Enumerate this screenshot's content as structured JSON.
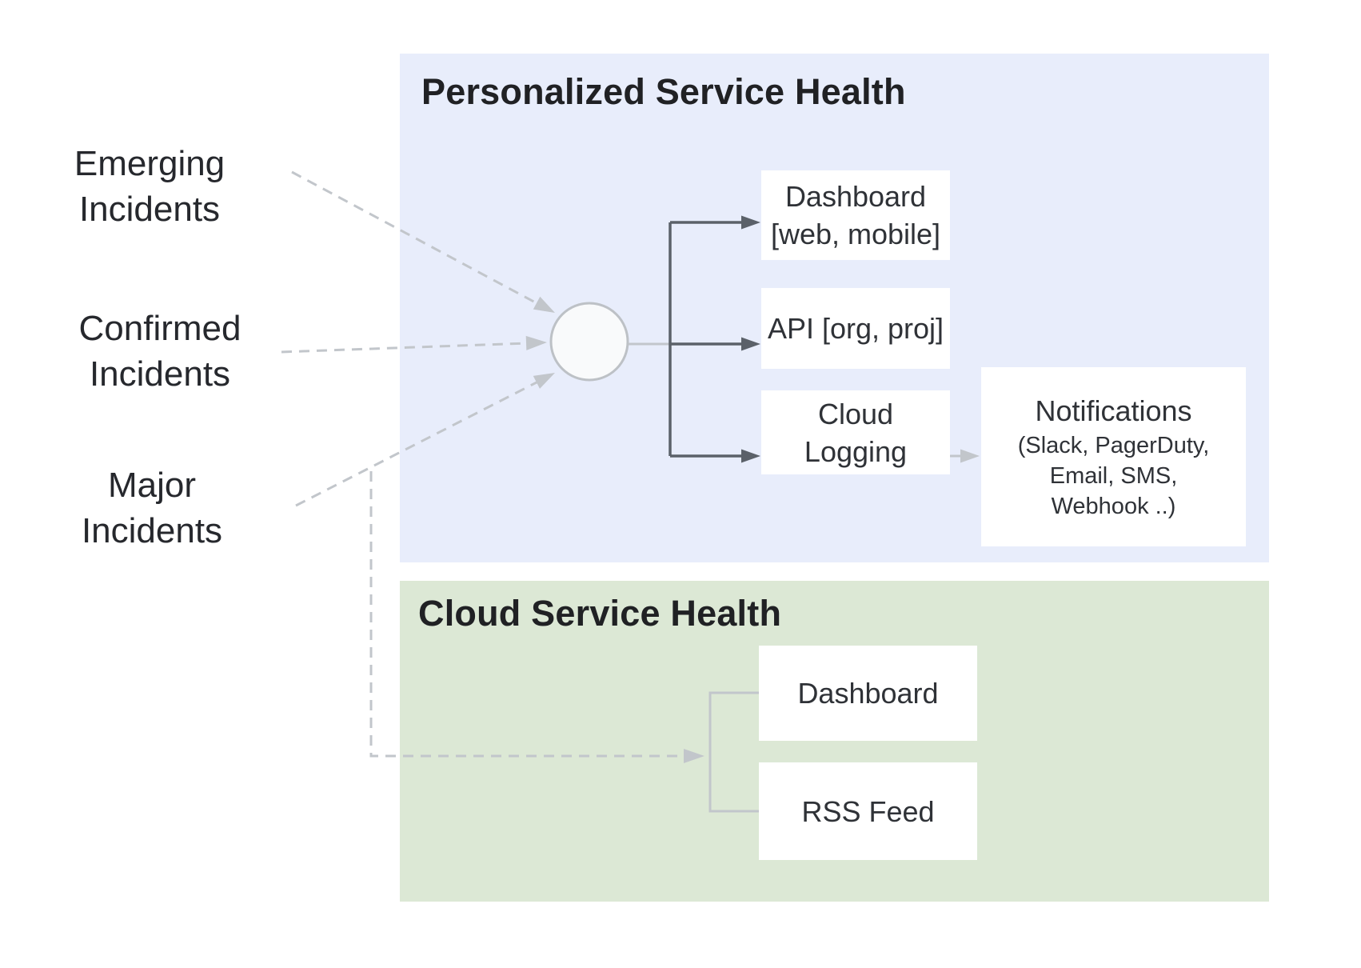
{
  "sources": [
    {
      "lines": [
        "Emerging",
        "Incidents"
      ]
    },
    {
      "lines": [
        "Confirmed",
        "Incidents"
      ]
    },
    {
      "lines": [
        "Major",
        "Incidents"
      ]
    }
  ],
  "panels": {
    "personalized": {
      "title": "Personalized Service Health",
      "boxes": {
        "dashboard": {
          "lines": [
            "Dashboard",
            "[web, mobile]"
          ]
        },
        "api": {
          "lines": [
            "API [org, proj]"
          ]
        },
        "cloud_logging": {
          "lines": [
            "Cloud",
            "Logging"
          ]
        },
        "notifications": {
          "title": "Notifications",
          "details": [
            "(Slack, PagerDuty,",
            "Email, SMS,",
            "Webhook ..)"
          ]
        }
      }
    },
    "cloud": {
      "title": "Cloud Service Health",
      "boxes": {
        "dashboard": {
          "label": "Dashboard"
        },
        "rss": {
          "label": "RSS Feed"
        }
      }
    }
  },
  "colors": {
    "background": "#FFFFFF",
    "panel_blue": "#E8EDFB",
    "panel_green": "#DCE8D5",
    "box_white": "#FFFFFF",
    "title_text": "#202124",
    "body_text": "#2F3237",
    "arrow_dark": "#5B6169",
    "arrow_light": "#C2C6CB",
    "node_fill": "#F9FAFB",
    "node_border": "#BDC1C6"
  }
}
